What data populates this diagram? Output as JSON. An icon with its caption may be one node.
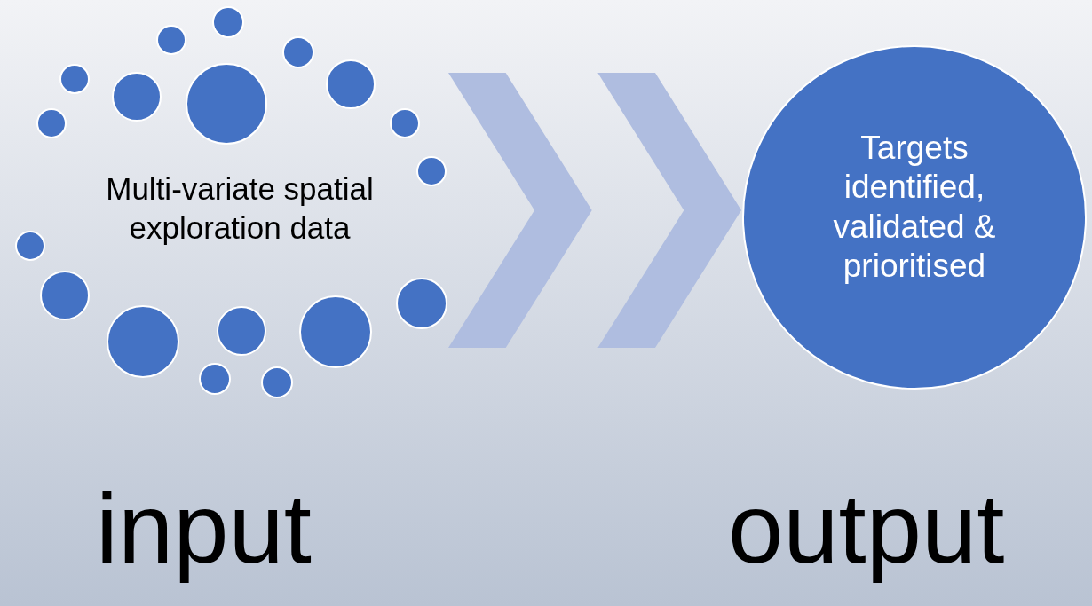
{
  "diagram": {
    "nodes": [
      {
        "text": [
          "Multi-variate spatial exploration data"
        ]
      },
      {
        "text": [
          "Targets identified, validated & prioritised"
        ]
      }
    ],
    "edges": [
      {
        "from": 0,
        "to": 1,
        "arrow": "to"
      }
    ],
    "labels": [
      "input",
      "output"
    ]
  }
}
